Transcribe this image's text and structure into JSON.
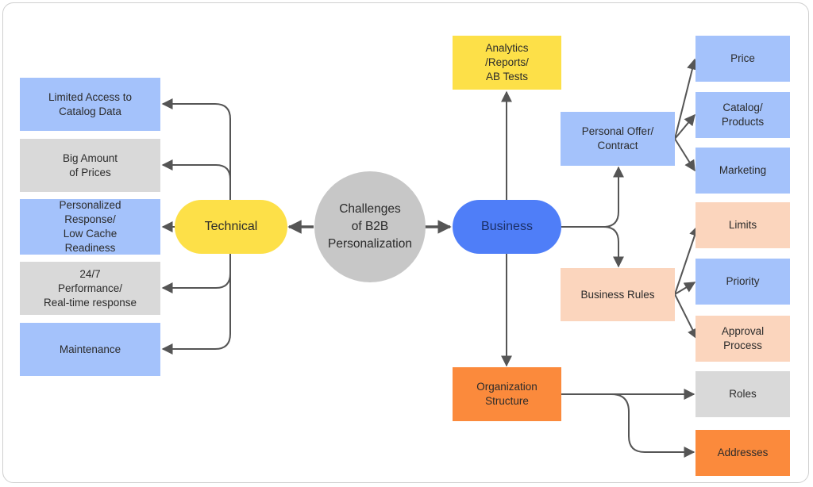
{
  "center": {
    "label": "Challenges\nof B2B\nPersonalization"
  },
  "technical": {
    "label": "Technical",
    "items": [
      "Limited Access to\nCatalog Data",
      "Big Amount\nof Prices",
      "Personalized\nResponse/\nLow Cache\nReadiness",
      "24/7\nPerformance/\nReal-time response",
      "Maintenance"
    ]
  },
  "business": {
    "label": "Business",
    "analytics": "Analytics\n/Reports/\nAB Tests",
    "personal_offer": {
      "label": "Personal Offer/\nContract",
      "items": [
        "Price",
        "Catalog/\nProducts",
        "Marketing"
      ]
    },
    "business_rules": {
      "label": "Business Rules",
      "items": [
        "Limits",
        "Priority",
        "Approval\nProcess"
      ]
    },
    "organization": {
      "label": "Organization\nStructure",
      "items": [
        "Roles",
        "Addresses"
      ]
    }
  },
  "colors": {
    "blue": "#a4c2fb",
    "gray": "#d9d9d9",
    "yellow": "#fde048",
    "peach": "#fbd5bd",
    "orange": "#fb8a3c",
    "business_pill": "#4f7ef8",
    "circle": "#c7c7c7",
    "line": "#555555"
  }
}
